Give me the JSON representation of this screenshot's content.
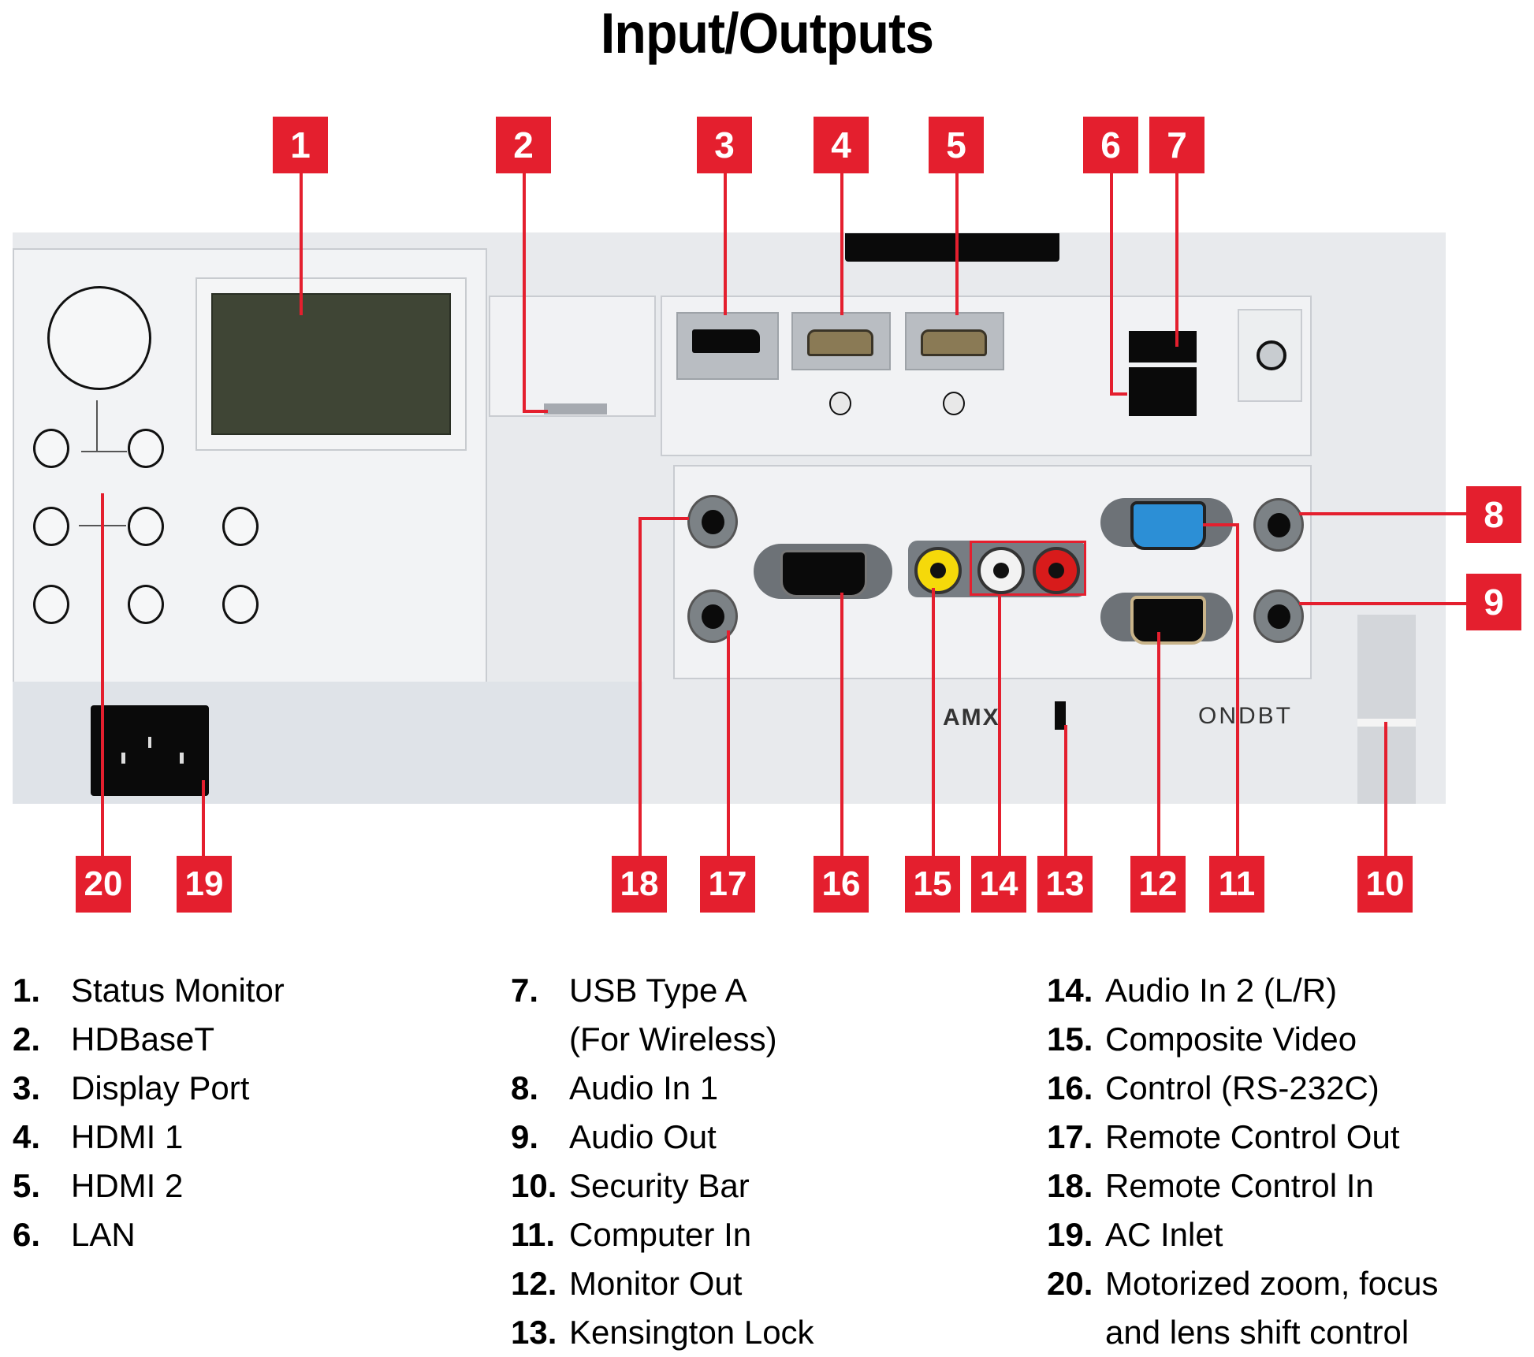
{
  "title": "Input/Outputs",
  "colors": {
    "callout": "#e41f2e",
    "callout_text": "#ffffff",
    "device_body": "#e8eaed",
    "composite_video": "#f5d90a",
    "audio_left": "#f2f2f2",
    "audio_right": "#d81b1b",
    "vga_in": "#2c8fd6"
  },
  "device": {
    "logo_text": "ONDBT",
    "brand_text": "AMX"
  },
  "callouts": [
    {
      "n": "1",
      "name": "Status Monitor"
    },
    {
      "n": "2",
      "name": "HDBaseT"
    },
    {
      "n": "3",
      "name": "Display Port"
    },
    {
      "n": "4",
      "name": "HDMI 1"
    },
    {
      "n": "5",
      "name": "HDMI 2"
    },
    {
      "n": "6",
      "name": "LAN"
    },
    {
      "n": "7",
      "name": "USB Type A (For Wireless)"
    },
    {
      "n": "8",
      "name": "Audio In 1"
    },
    {
      "n": "9",
      "name": "Audio Out"
    },
    {
      "n": "10",
      "name": "Security Bar"
    },
    {
      "n": "11",
      "name": "Computer In"
    },
    {
      "n": "12",
      "name": "Monitor Out"
    },
    {
      "n": "13",
      "name": "Kensington Lock"
    },
    {
      "n": "14",
      "name": "Audio In 2 (L/R)"
    },
    {
      "n": "15",
      "name": "Composite Video"
    },
    {
      "n": "16",
      "name": "Control (RS-232C)"
    },
    {
      "n": "17",
      "name": "Remote Control Out"
    },
    {
      "n": "18",
      "name": "Remote Control In"
    },
    {
      "n": "19",
      "name": "AC Inlet"
    },
    {
      "n": "20",
      "name": "Motorized zoom, focus and lens shift control"
    }
  ],
  "legend": {
    "col1": [
      {
        "num": "1.",
        "lines": [
          "Status Monitor"
        ]
      },
      {
        "num": "2.",
        "lines": [
          "HDBaseT"
        ]
      },
      {
        "num": "3.",
        "lines": [
          "Display Port"
        ]
      },
      {
        "num": "4.",
        "lines": [
          "HDMI 1"
        ]
      },
      {
        "num": "5.",
        "lines": [
          "HDMI 2"
        ]
      },
      {
        "num": "6.",
        "lines": [
          "LAN"
        ]
      }
    ],
    "col2": [
      {
        "num": "7.",
        "lines": [
          "USB Type A",
          "(For Wireless)"
        ]
      },
      {
        "num": "8.",
        "lines": [
          "Audio In 1"
        ]
      },
      {
        "num": "9.",
        "lines": [
          "Audio Out"
        ]
      },
      {
        "num": "10.",
        "lines": [
          "Security Bar"
        ]
      },
      {
        "num": "11.",
        "lines": [
          "Computer In"
        ]
      },
      {
        "num": "12.",
        "lines": [
          "Monitor Out"
        ]
      },
      {
        "num": "13.",
        "lines": [
          "Kensington Lock"
        ]
      }
    ],
    "col3": [
      {
        "num": "14.",
        "lines": [
          "Audio In 2 (L/R)"
        ]
      },
      {
        "num": "15.",
        "lines": [
          "Composite Video"
        ]
      },
      {
        "num": "16.",
        "lines": [
          "Control (RS-232C)"
        ]
      },
      {
        "num": "17.",
        "lines": [
          "Remote Control Out"
        ]
      },
      {
        "num": "18.",
        "lines": [
          "Remote Control In"
        ]
      },
      {
        "num": "19.",
        "lines": [
          "AC Inlet"
        ]
      },
      {
        "num": "20.",
        "lines": [
          "Motorized zoom, focus",
          "and lens shift control"
        ]
      }
    ]
  }
}
